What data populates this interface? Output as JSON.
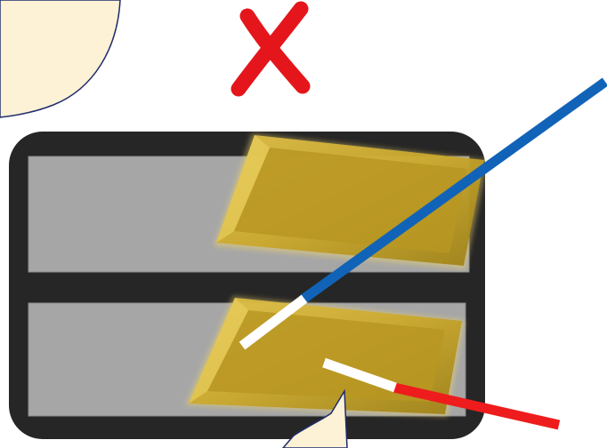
{
  "figure": {
    "status_mark": {
      "icon": "red-x-mark-icon",
      "color": "#e4161b"
    },
    "callouts": {
      "fill": "#fdf1d6",
      "stroke": "#1f2d6b"
    },
    "board": {
      "frame_color": "#262626",
      "strip_color": "#a6a6a6",
      "strips": [
        {
          "name": "upper-slot"
        },
        {
          "name": "lower-slot"
        }
      ]
    },
    "plates": {
      "color": "#c9a72a",
      "items": [
        {
          "name": "upper-plate"
        },
        {
          "name": "lower-plate"
        }
      ]
    },
    "wires": [
      {
        "name": "blue-wire",
        "insulation_color": "#1163b8",
        "bare_end_color": "#ffffff"
      },
      {
        "name": "red-wire",
        "insulation_color": "#ee1c1c",
        "bare_end_color": "#ffffff"
      }
    ]
  }
}
